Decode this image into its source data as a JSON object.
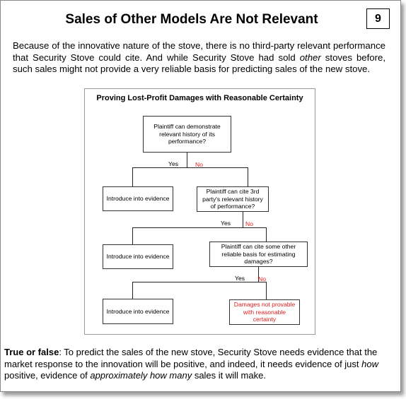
{
  "slide": {
    "title": "Sales of Other Models Are Not Relevant",
    "page_number": "9"
  },
  "intro": {
    "part1": "Because of the innovative nature of the stove, there is no third-party relevant performance that Security Stove could cite. And while Security Stove had sold ",
    "emphasis": "other",
    "part2": " stoves before, such sales might not provide a very reliable basis for predicting sales of the new stove."
  },
  "flowchart": {
    "title": "Proving Lost-Profit Damages with Reasonable Certainty",
    "q1": "Plaintiff can demonstrate relevant history of its performance?",
    "q2": "Plaintiff can cite 3rd party's relevant history of performance?",
    "q3": "Plaintiff can cite some other reliable basis for estimating damages?",
    "outcome_evidence": "Introduce into evidence",
    "outcome_fail": "Damages not provable with reasonable certainty",
    "yes": "Yes",
    "no": "No"
  },
  "question": {
    "lead": "True or false",
    "t1": ": To predict the sales of the new stove, Security Stove needs evidence that the market response to the innovation will be positive, and indeed, it needs evidence of just ",
    "em1": "how",
    "t2": " positive, evidence of ",
    "em2": "approximately how many",
    "t3": " sales it will make."
  },
  "colors": {
    "no_label": "#e02020",
    "fail_text": "#e02020",
    "border": "#333333"
  }
}
